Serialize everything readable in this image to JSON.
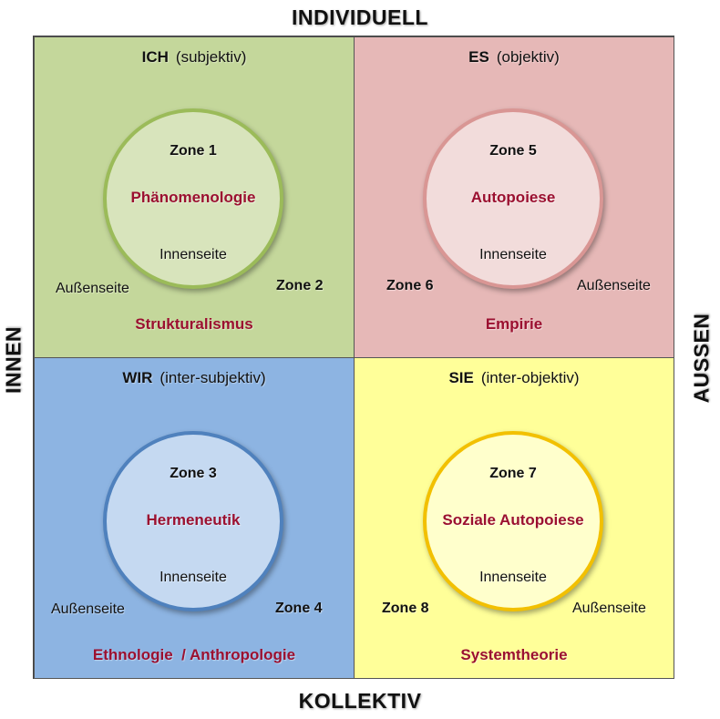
{
  "axes": {
    "top": "INDIVIDUELL",
    "bottom": "KOLLEKTIV",
    "left": "INNEN",
    "right": "AUSSEN"
  },
  "colors": {
    "tl_fill": "#c4d79b",
    "tl_circle_fill": "#d8e4bc",
    "tl_circle_border": "#9bbb59",
    "tr_fill": "#e6b8b7",
    "tr_circle_fill": "#f2dcdb",
    "tr_circle_border": "#d99694",
    "bl_fill": "#8db4e2",
    "bl_circle_fill": "#c5d9f1",
    "bl_circle_border": "#4f81bd",
    "br_fill": "#ffff99",
    "br_circle_fill": "#ffffcc",
    "br_circle_border": "#f2c000",
    "theory_text": "#9b1030"
  },
  "quadrants": {
    "top_left": {
      "key": "ICH",
      "qualifier": "(subjektiv)",
      "inner_zone": "Zone 1",
      "inner_theory": "Phänomenologie",
      "inner_label": "Innenseite",
      "outer_label": "Außenseite",
      "outer_zone": "Zone 2",
      "outer_theory": "Strukturalismus"
    },
    "top_right": {
      "key": "ES",
      "qualifier": "(objektiv)",
      "inner_zone": "Zone 5",
      "inner_theory": "Autopoiese",
      "inner_label": "Innenseite",
      "outer_label": "Außenseite",
      "outer_zone": "Zone 6",
      "outer_theory": "Empirie"
    },
    "bottom_left": {
      "key": "WIR",
      "qualifier": "(inter-subjektiv)",
      "inner_zone": "Zone 3",
      "inner_theory": "Hermeneutik",
      "inner_label": "Innenseite",
      "outer_label": "Außenseite",
      "outer_zone": "Zone 4",
      "outer_theory": "Ethnologie  / Anthropologie"
    },
    "bottom_right": {
      "key": "SIE",
      "qualifier": "(inter-objektiv)",
      "inner_zone": "Zone 7",
      "inner_theory": "Soziale Autopoiese",
      "inner_label": "Innenseite",
      "outer_label": "Außenseite",
      "outer_zone": "Zone 8",
      "outer_theory": "Systemtheorie"
    }
  }
}
